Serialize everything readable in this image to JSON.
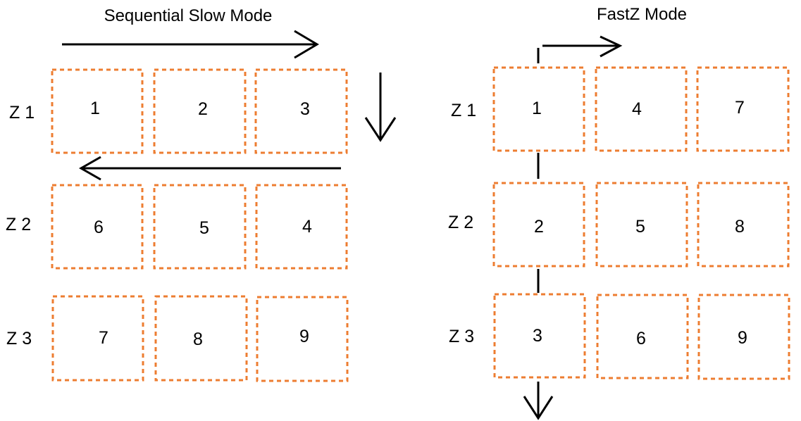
{
  "panels": {
    "sequential": {
      "title": "Sequential Slow Mode",
      "row_labels": [
        "Z 1",
        "Z 2",
        "Z 3"
      ],
      "rows": [
        [
          "1",
          "2",
          "3"
        ],
        [
          "6",
          "5",
          "4"
        ],
        [
          "7",
          "8",
          "9"
        ]
      ]
    },
    "fastz": {
      "title": "FastZ Mode",
      "row_labels": [
        "Z 1",
        "Z 2",
        "Z 3"
      ],
      "rows": [
        [
          "1",
          "4",
          "7"
        ],
        [
          "2",
          "5",
          "8"
        ],
        [
          "3",
          "6",
          "9"
        ]
      ]
    }
  },
  "colors": {
    "box_border": "#ed7d31",
    "arrow": "#000000",
    "text": "#000000"
  }
}
